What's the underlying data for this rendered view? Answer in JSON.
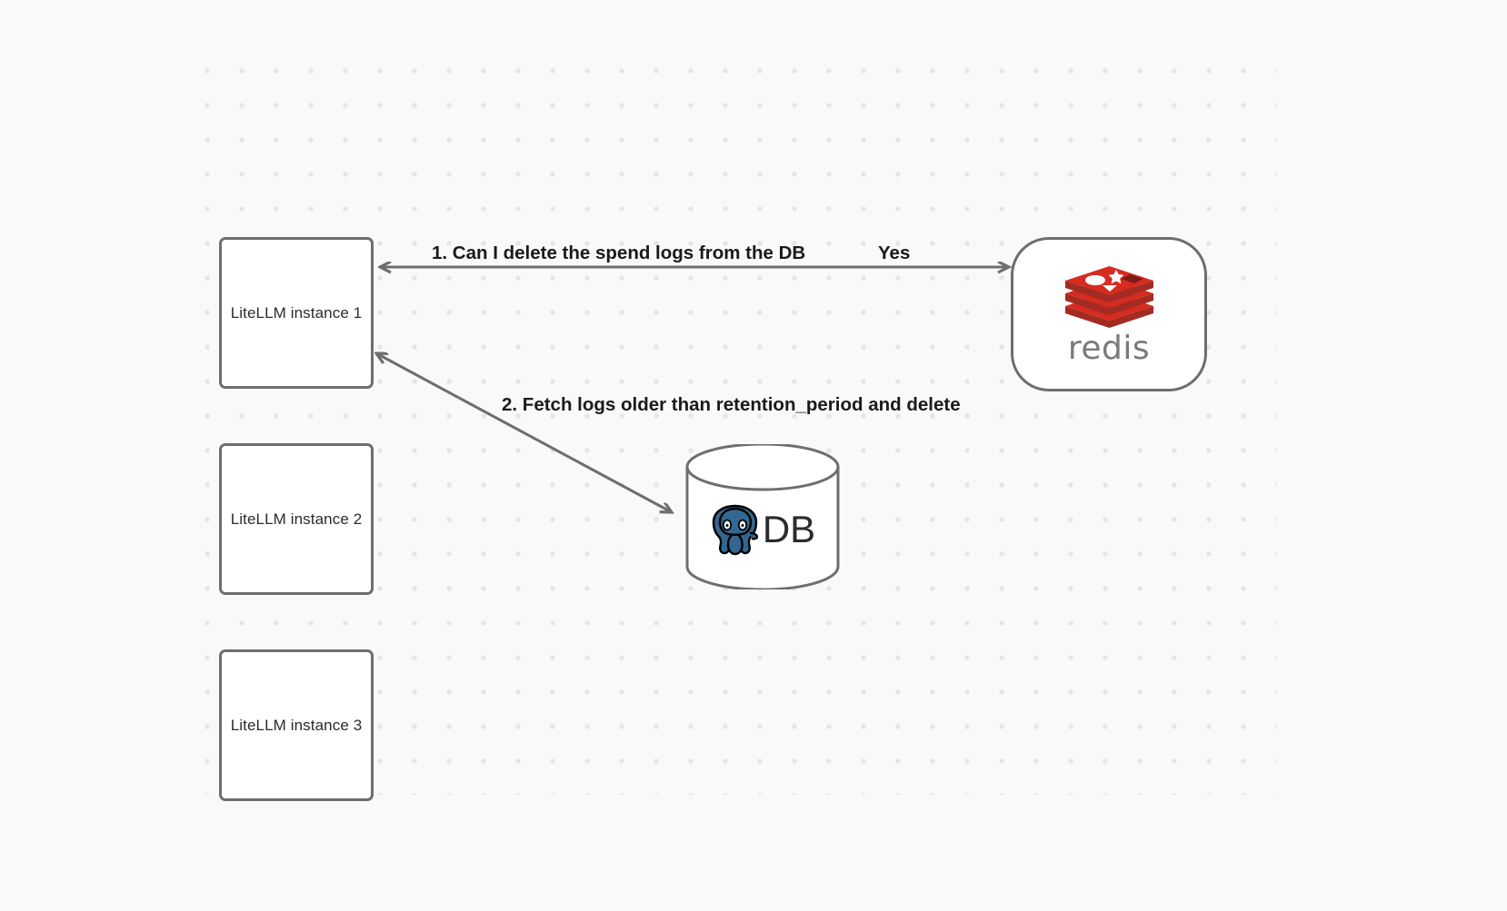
{
  "canvas": {
    "background_color": "#f9f9fa",
    "dot_color": "#e5e5e7"
  },
  "nodes": [
    {
      "id": "litellm-1",
      "label": "LiteLLM instance 1",
      "type": "box"
    },
    {
      "id": "litellm-2",
      "label": "LiteLLM instance 2",
      "type": "box"
    },
    {
      "id": "litellm-3",
      "label": "LiteLLM instance 3",
      "type": "box"
    },
    {
      "id": "redis",
      "label": "redis",
      "type": "rounded",
      "brand_color": "#d62b20"
    },
    {
      "id": "db",
      "label": "DB",
      "type": "cylinder",
      "brand_color": "#336791"
    }
  ],
  "edges": [
    {
      "id": "edge-1",
      "from": "redis",
      "to": "litellm-1",
      "label": "1.  Can I delete the spend logs from the DB",
      "reply_label": "Yes"
    },
    {
      "id": "edge-2",
      "from": "litellm-1",
      "to": "db",
      "label": "2.  Fetch logs older than retention_period and delete"
    }
  ],
  "boxes": {
    "litellm_1_label": "LiteLLM instance 1",
    "litellm_2_label": "LiteLLM instance 2",
    "litellm_3_label": "LiteLLM instance 3"
  },
  "labels": {
    "edge1_main": "1.  Can I delete the spend logs from the DB",
    "edge1_yes": "Yes",
    "edge2_main": "2.  Fetch logs older than retention_period and delete",
    "redis_wordmark": "redis",
    "db_text": "DB"
  }
}
